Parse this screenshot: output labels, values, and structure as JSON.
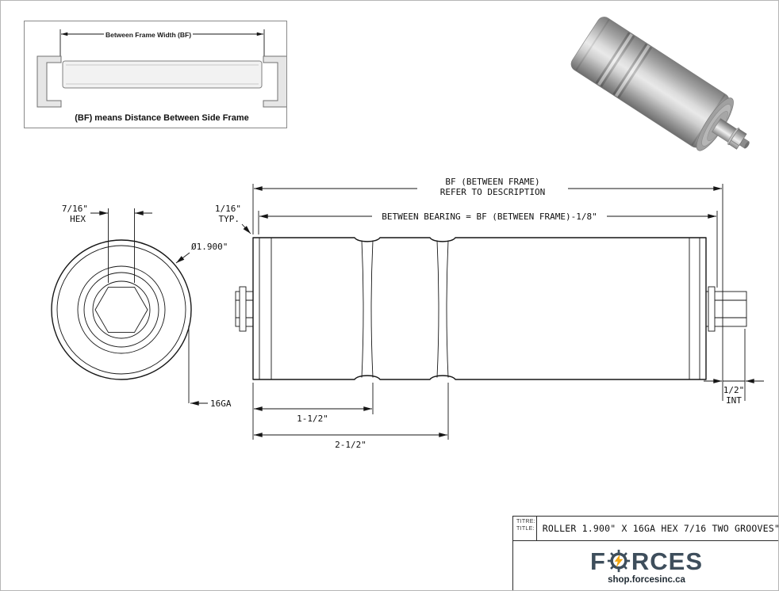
{
  "inset": {
    "dim_label": "Between Frame Width (BF)",
    "caption": "(BF) means Distance Between Side Frame"
  },
  "end_view": {
    "hex_dim_line1": "7/16\"",
    "hex_dim_line2": "HEX",
    "diameter_label": "Ø1.900\"",
    "gauge_label": "16GA"
  },
  "side_view": {
    "bf_line1": "BF (BETWEEN FRAME)",
    "bf_line2": "REFER TO DESCRIPTION",
    "between_bearing": "BETWEEN BEARING = BF (BETWEEN FRAME)-1/8\"",
    "typ_line1": "1/16\"",
    "typ_line2": "TYP.",
    "groove1_dim": "1-1/2\"",
    "groove2_dim": "2-1/2\"",
    "int_line1": "1/2\"",
    "int_line2": "INT"
  },
  "title_block": {
    "label_line1": "TITRE:",
    "label_line2": "TITLE:",
    "title": "ROLLER 1.900\" X 16GA HEX 7/16 TWO GROOVES\"",
    "brand_full": "FORCES",
    "brand_part1": "F",
    "brand_part2": "RCES",
    "website": "shop.forcesinc.ca"
  },
  "colors": {
    "line": "#161616",
    "logo": "#3e4e5c",
    "bolt": "#f3a712"
  }
}
